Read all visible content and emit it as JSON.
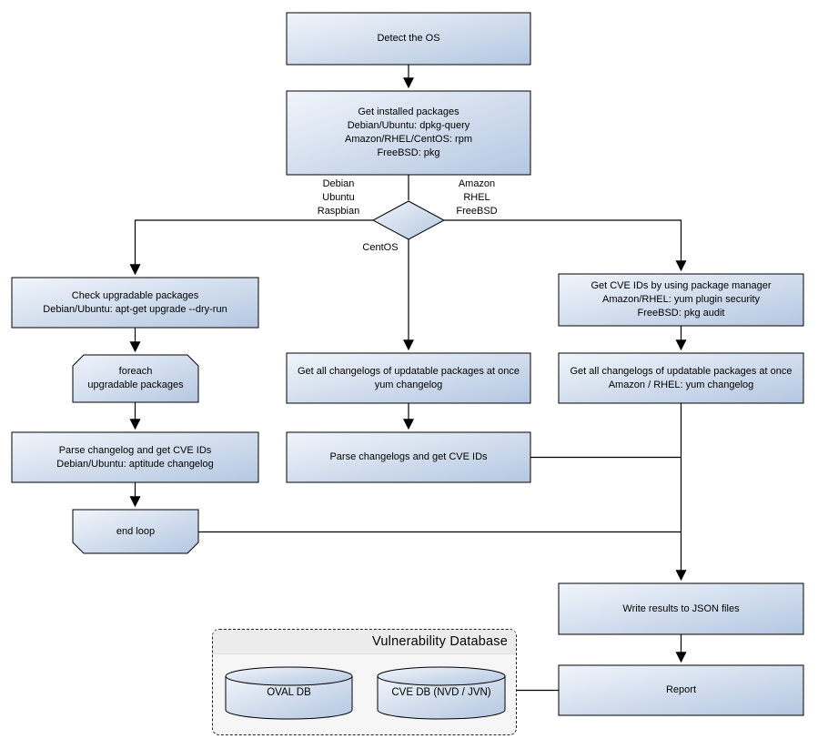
{
  "nodes": {
    "detect_os": {
      "label": "Detect the OS"
    },
    "get_installed_packages": {
      "label": "Get installed packages\nDebian/Ubuntu: dpkg-query\nAmazon/RHEL/CentOS: rpm\nFreeBSD: pkg"
    },
    "check_upgradable": {
      "label": "Check upgradable packages\nDebian/Ubuntu: apt-get upgrade --dry-run"
    },
    "foreach_loop_start": {
      "label": "foreach\nupgradable packages"
    },
    "parse_changelog_debian": {
      "label": "Parse changelog and get CVE IDs\nDebian/Ubuntu: aptitude changelog"
    },
    "end_loop": {
      "label": "end loop"
    },
    "get_changelogs_centos": {
      "label": "Get all changelogs of updatable packages at once\nyum changelog"
    },
    "parse_changelogs_centos": {
      "label": "Parse changelogs and get CVE IDs"
    },
    "get_cve_ids_pkg_manager": {
      "label": "Get CVE IDs by using package manager\nAmazon/RHEL: yum plugin security\nFreeBSD: pkg audit"
    },
    "get_changelogs_amazon": {
      "label": "Get all changelogs of updatable packages at once\nAmazon / RHEL: yum changelog"
    },
    "write_results": {
      "label": "Write results to JSON files"
    },
    "report": {
      "label": "Report"
    }
  },
  "branch_labels": {
    "left": "Debian\nUbuntu\nRaspbian",
    "right": "Amazon\nRHEL\nFreeBSD",
    "bottom": "CentOS"
  },
  "vulnerability_database": {
    "title": "Vulnerability Database",
    "oval_db": "OVAL DB",
    "cve_db": "CVE DB (NVD / JVN)"
  },
  "colors": {
    "node_gradient_start": "#f1f5fb",
    "node_gradient_end": "#b4c7e1",
    "node_border": "#000000",
    "connector": "#000000",
    "db_container_bg": "#f6f6f6",
    "db_header_bg": "#ececec",
    "text": "#000000"
  }
}
